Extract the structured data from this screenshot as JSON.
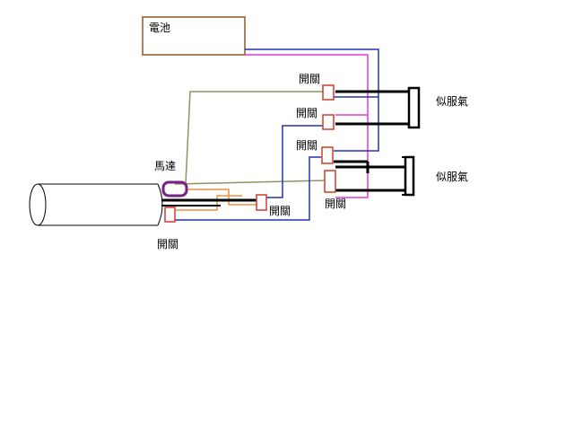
{
  "labels": {
    "battery": "電池",
    "motor": "馬達",
    "switch_left": "開關",
    "switch_1": "開關",
    "switch_2": "開關",
    "switch_3": "開關",
    "switch_4": "開關",
    "switch_5": "開關",
    "servo_1": "似服氣",
    "servo_2": "似服氣"
  },
  "colors": {
    "background": "#ffffff",
    "battery_border": "#8a5a2b",
    "switch": "#d23a2a",
    "motor": "#7a1f8a",
    "wire_olive": "#8c9660",
    "wire_blue": "#2434b4",
    "wire_magenta": "#e03cd8",
    "wire_orange": "#f0903c",
    "wire_black": "#000000"
  }
}
